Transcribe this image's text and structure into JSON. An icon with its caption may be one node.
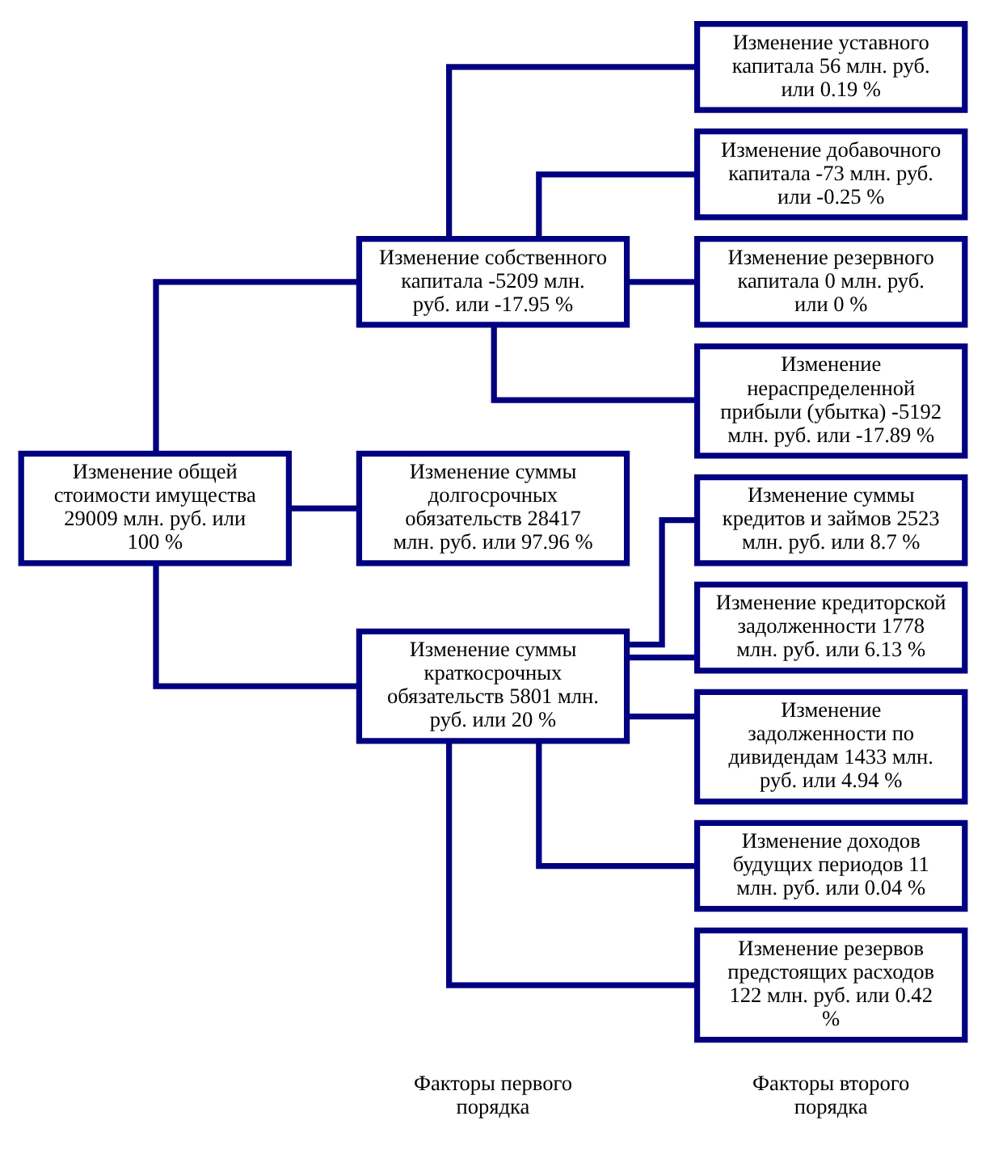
{
  "diagram": {
    "nodes": [
      {
        "text": [
          "Изменение общей стоимости имущества 29009 млн. руб. или 100 %"
        ]
      },
      {
        "text": [
          "Изменение собственного капитала -5209 млн. руб. или -17.95 %"
        ]
      },
      {
        "text": [
          "Изменение суммы долгосрочных обязательств 28417 млн. руб. или 97.96 %"
        ]
      },
      {
        "text": [
          "Изменение суммы краткосрочных обязательств 5801 млн. руб. или 20 %"
        ]
      },
      {
        "text": [
          "Изменение уставного капитала 56 млн. руб. или 0.19 %"
        ]
      },
      {
        "text": [
          "Изменение добавочного капитала -73 млн. руб. или -0.25 %"
        ]
      },
      {
        "text": [
          "Изменение резервного капитала 0 млн. руб. или 0 %"
        ]
      },
      {
        "text": [
          "Изменение нераспределенной прибыли (убытка) -5192 млн. руб. или -17.89 %"
        ]
      },
      {
        "text": [
          "Изменение суммы кредитов и займов 2523 млн. руб. или 8.7 %"
        ]
      },
      {
        "text": [
          "Изменение кредиторской задолженности 1778 млн. руб. или 6.13 %"
        ]
      },
      {
        "text": [
          "Изменение задолженности по дивидендам 1433 млн. руб. или 4.94 %"
        ]
      },
      {
        "text": [
          "Изменение доходов будущих периодов 11 млн. руб. или 0.04 %"
        ]
      },
      {
        "text": [
          "Изменение резервов предстоящих расходов 122 млн. руб. или 0.42 %"
        ]
      }
    ],
    "edges": [
      {
        "from": 0,
        "to": 1,
        "arrow": "none"
      },
      {
        "from": 0,
        "to": 2,
        "arrow": "none"
      },
      {
        "from": 0,
        "to": 3,
        "arrow": "none"
      },
      {
        "from": 1,
        "to": 4,
        "arrow": "none"
      },
      {
        "from": 1,
        "to": 5,
        "arrow": "none"
      },
      {
        "from": 1,
        "to": 6,
        "arrow": "none"
      },
      {
        "from": 1,
        "to": 7,
        "arrow": "none"
      },
      {
        "from": 3,
        "to": 8,
        "arrow": "none"
      },
      {
        "from": 3,
        "to": 9,
        "arrow": "none"
      },
      {
        "from": 3,
        "to": 10,
        "arrow": "none"
      },
      {
        "from": 3,
        "to": 11,
        "arrow": "none"
      },
      {
        "from": 3,
        "to": 12,
        "arrow": "none"
      }
    ],
    "labels": [
      "Факторы первого порядка",
      "Факторы второго порядка"
    ]
  }
}
